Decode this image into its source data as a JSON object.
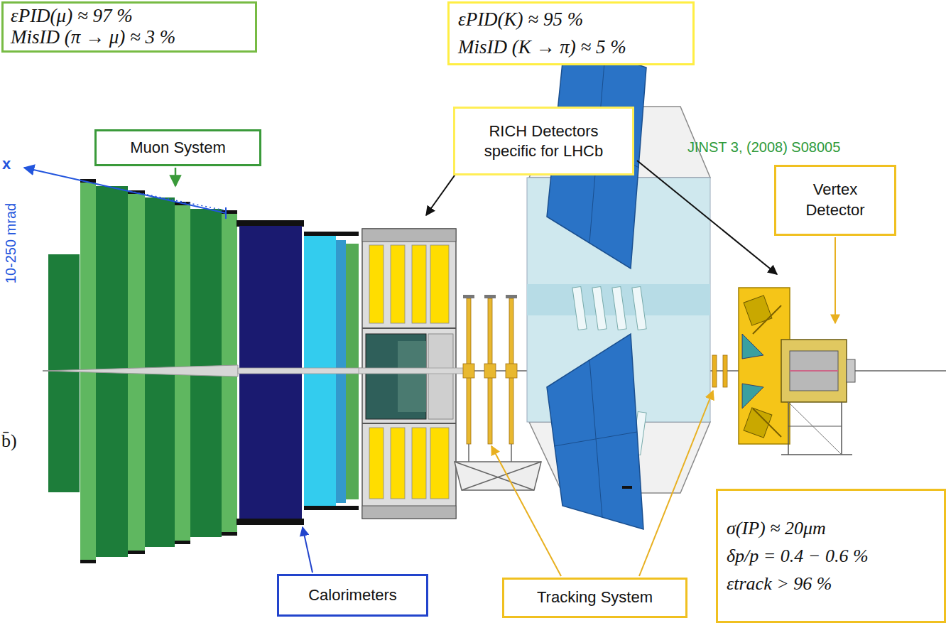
{
  "diagram": {
    "nodes": [
      {
        "text": [
          "εPID(μ) ≈ 97 %",
          "MisID (π → μ) ≈ 3 %"
        ]
      },
      {
        "text": [
          "εPID(K) ≈ 95 %",
          "MisID (K → π) ≈ 5 %"
        ]
      },
      {
        "text": [
          "RICH Detectors specific for LHCb"
        ]
      },
      {
        "text": [
          "Muon System"
        ]
      },
      {
        "text": [
          "Vertex Detector"
        ]
      },
      {
        "text": [
          "σ(IP) ≈ 20μm",
          "δp/p = 0.4 − 0.6 %",
          "εtrack > 96 %"
        ]
      },
      {
        "text": [
          "Calorimeters"
        ]
      },
      {
        "text": [
          "Tracking System"
        ]
      }
    ],
    "labels": [
      "JINST 3, (2008) S08005",
      "10-250 mrad",
      "x",
      "b̄)"
    ]
  }
}
